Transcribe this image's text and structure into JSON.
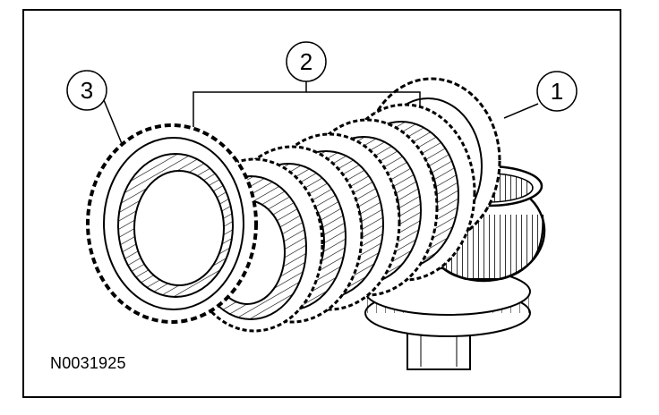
{
  "figure": {
    "id_label": "N0031925",
    "callouts": [
      {
        "label": "1"
      },
      {
        "label": "2"
      },
      {
        "label": "3"
      }
    ]
  }
}
